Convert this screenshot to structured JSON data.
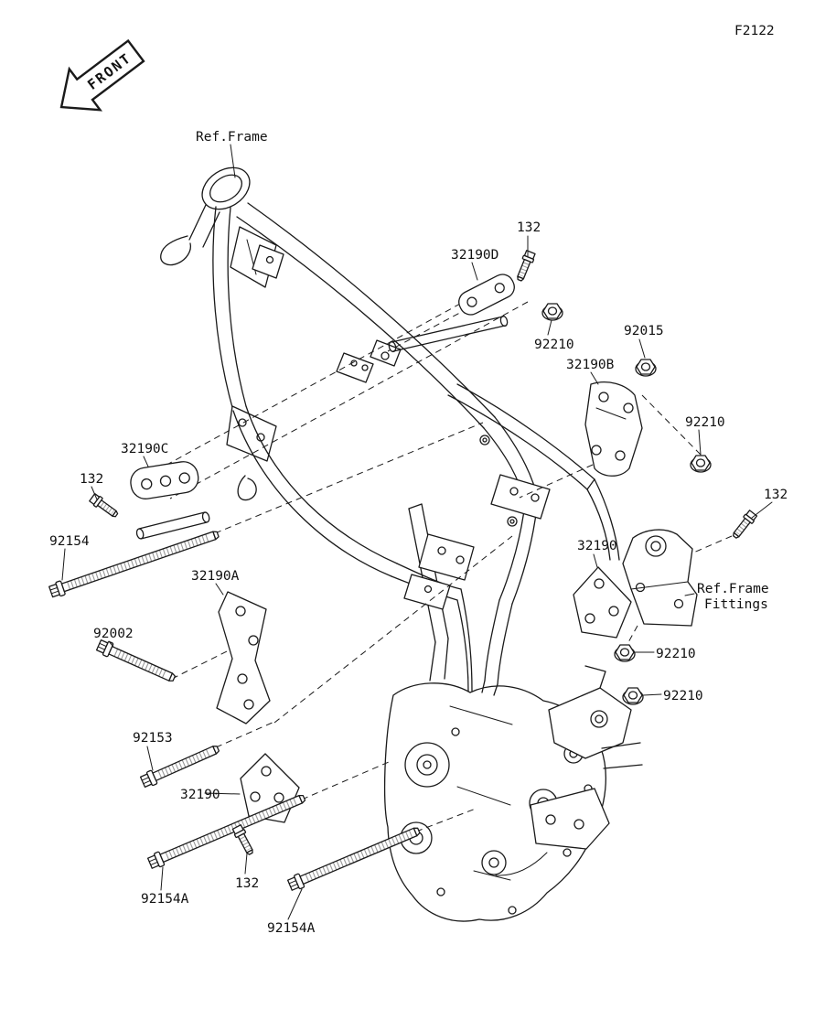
{
  "figure_code": "F2122",
  "front_arrow": {
    "label": "FRONT"
  },
  "callouts": {
    "ref_frame": "Ref.Frame",
    "bolt132_top": "132",
    "bracket_32190D": "32190D",
    "nut92210_top": "92210",
    "nut92015": "92015",
    "bracket_32190B": "32190B",
    "nut92210_upper_right": "92210",
    "bracket_32190C": "32190C",
    "bolt132_left": "132",
    "bolt92154": "92154",
    "bracket_32190A": "32190A",
    "bolt132_right": "132",
    "bracket_32190_right": "32190",
    "ref_frame_fittings_line1": "Ref.Frame",
    "ref_frame_fittings_line2": "Fittings",
    "nut92210_mid": "92210",
    "nut92210_low": "92210",
    "bolt92002": "92002",
    "bolt92153": "92153",
    "bracket_32190_left": "32190",
    "bolt92154A_left": "92154A",
    "bolt132_bottom": "132",
    "bolt92154A_bottom": "92154A"
  },
  "icons": {
    "front_arrow": "direction-arrow-icon"
  },
  "colors": {
    "line_color": "#1a1a1a",
    "background": "#ffffff"
  }
}
